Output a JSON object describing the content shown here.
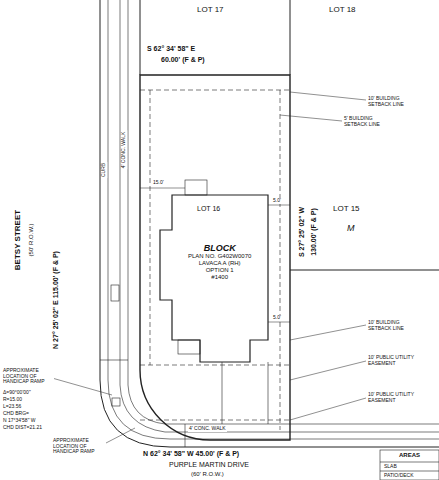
{
  "diagram": {
    "nodes": [
      {
        "text": [
          "BLOCK",
          "PLAN NO. G402W0070",
          "LAVACA A (RH)",
          "OPTION 1",
          "#1400"
        ]
      }
    ],
    "labels": [
      "LOT 17",
      "LOT 18",
      "S 62° 34' 58\" E",
      "60.00' (F & P)",
      "BETSY STREET",
      "(50' R.O.W.)",
      "N 27° 25' 02\" E 115.00' (F & P)",
      "LOT 16",
      "S 27° 25' 02\" W",
      "130.00' (F & P)",
      "LOT 15",
      "M",
      "10' BUILDING SETBACK LINE",
      "5' BUILDING SETBACK LINE",
      "10' BUILDING SETBACK LINE",
      "10' PUBLIC UTILITY EASEMENT",
      "10' PUBLIC UTILITY EASEMENT",
      "APPROXIMATE LOCATION OF HANDICAP RAMP",
      "Δ=90°00'00\"",
      "R=15.00",
      "L=23.56",
      "CHD BRG=",
      "N 17°34'58\" W",
      "CHD DIST=21.21",
      "APPROXIMATE LOCATION OF HANDICAP RAMP",
      "4' CONC. WALK",
      "N 62° 34' 58\" W 45.00' (F & P)",
      "PURPLE MARTIN DRIVE",
      "(60' R.O.W.)",
      "CURB",
      "4' CONC. WALK",
      "15.0'",
      "5.0'",
      "5.0'",
      "AREAS",
      "SLAB",
      "PATIO/DECK"
    ]
  }
}
